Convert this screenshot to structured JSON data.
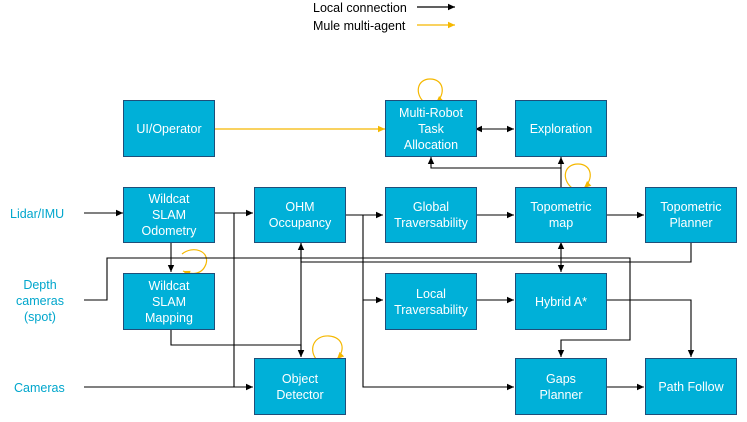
{
  "legend": {
    "local": {
      "label": "Local connection",
      "color": "#000000"
    },
    "mule": {
      "label": "Mule multi-agent",
      "color": "#f5b800"
    }
  },
  "inputs": {
    "lidar": "Lidar/IMU",
    "depth": [
      "Depth",
      "cameras",
      "(spot)"
    ],
    "cameras": "Cameras"
  },
  "boxes": {
    "ui": [
      "UI/Operator"
    ],
    "mrta": [
      "Multi-Robot",
      "Task",
      "Allocation"
    ],
    "exploration": [
      "Exploration"
    ],
    "slam_odom": [
      "Wildcat",
      "SLAM",
      "Odometry"
    ],
    "ohm": [
      "OHM",
      "Occupancy"
    ],
    "global_trav": [
      "Global",
      "Traversability"
    ],
    "topo_map": [
      "Topometric",
      "map"
    ],
    "topo_planner": [
      "Topometric",
      "Planner"
    ],
    "slam_map": [
      "Wildcat",
      "SLAM",
      "Mapping"
    ],
    "local_trav": [
      "Local",
      "Traversability"
    ],
    "hybrid": [
      "Hybrid A*"
    ],
    "object": [
      "Object",
      "Detector"
    ],
    "gaps": [
      "Gaps",
      "Planner"
    ],
    "path": [
      "Path Follow"
    ]
  },
  "colors": {
    "box_fill": "#00b0d8",
    "box_border": "#1f4e79",
    "input_text": "#00a6cc",
    "mule": "#f5b800"
  }
}
